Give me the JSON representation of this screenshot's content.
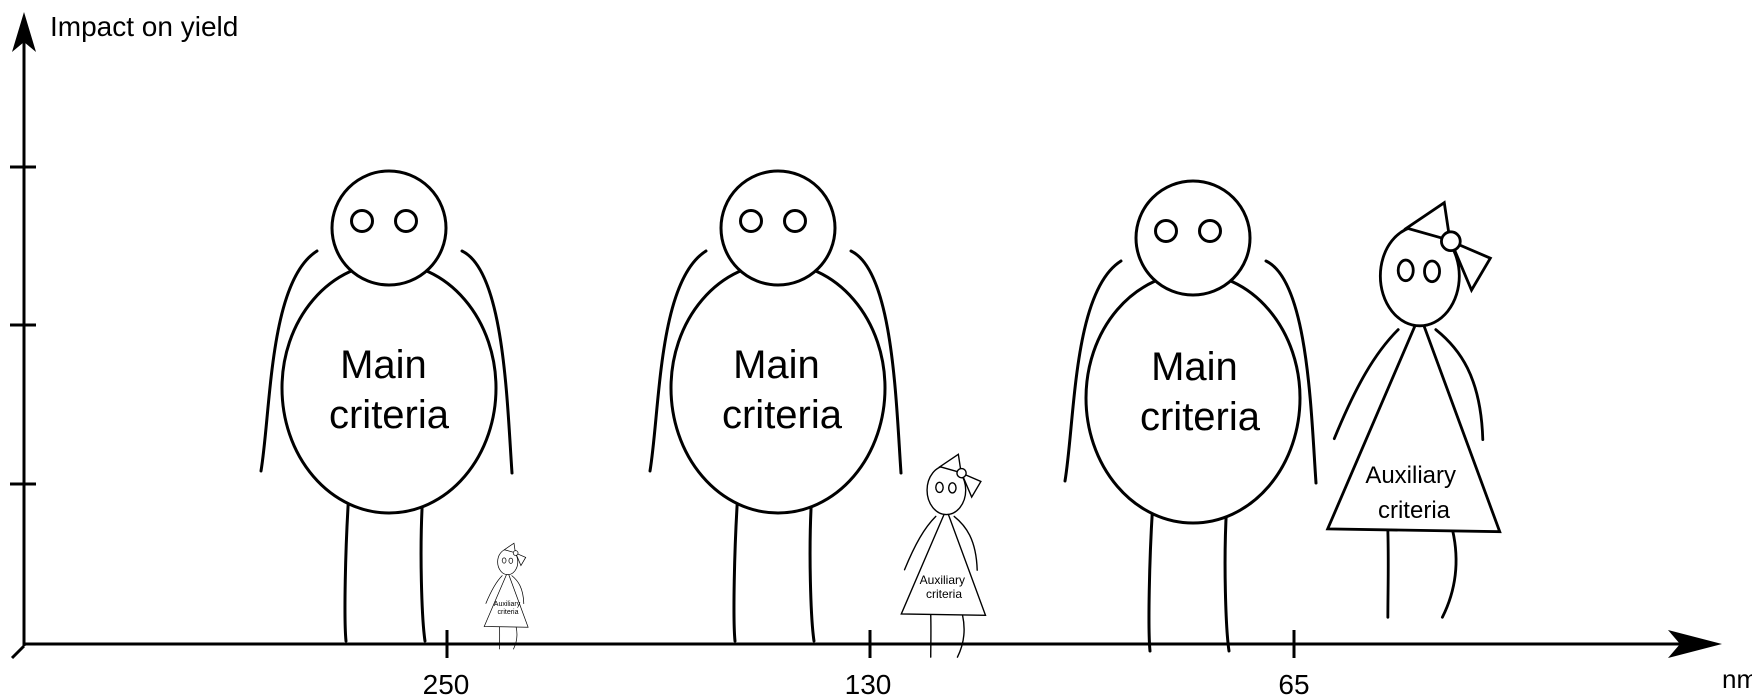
{
  "axes": {
    "y_label": "Impact on yield",
    "x_label": "nm",
    "x_ticks": [
      "250",
      "130",
      "65"
    ]
  },
  "figures": [
    {
      "main_label": "Main\ncriteria",
      "aux_label": "Auxiliary\ncriteria"
    },
    {
      "main_label": "Main\ncriteria",
      "aux_label": "Auxiliary\ncriteria"
    },
    {
      "main_label": "Main\ncriteria",
      "aux_label": "Auxiliary\ncriteria"
    }
  ]
}
